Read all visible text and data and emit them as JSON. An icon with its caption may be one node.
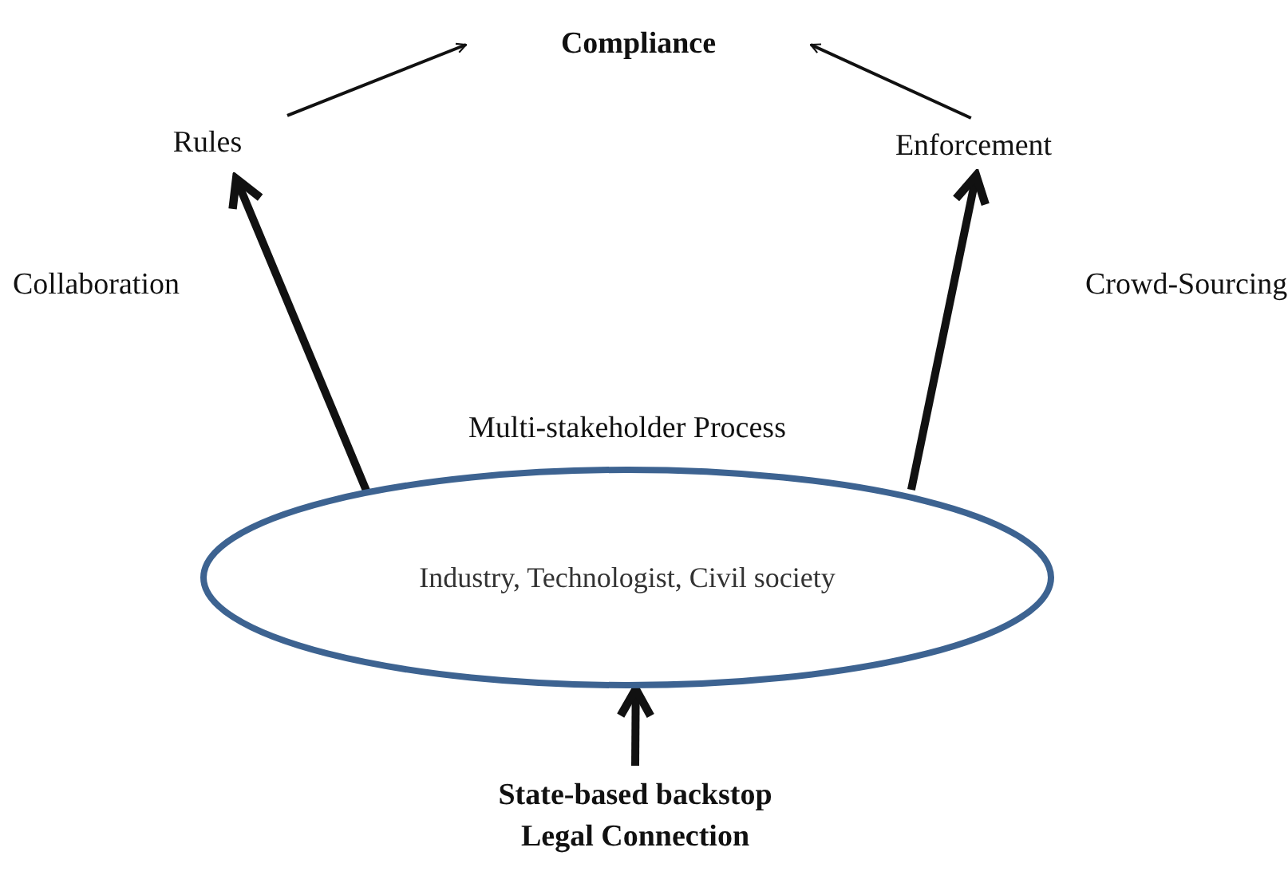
{
  "diagram": {
    "nodes": [
      {
        "text": [
          "Compliance"
        ]
      },
      {
        "text": [
          "Rules"
        ]
      },
      {
        "text": [
          "Enforcement"
        ]
      },
      {
        "text": [
          "Industry, Technologist, Civil society"
        ],
        "beside": [
          "Multi-stakeholder Process"
        ]
      },
      {
        "text": [
          "State-based backstop Legal Connection"
        ]
      }
    ],
    "edges": [
      {
        "from": 1,
        "to": 0,
        "arrow": "to"
      },
      {
        "from": 2,
        "to": 0,
        "arrow": "to"
      },
      {
        "from": 3,
        "to": 1,
        "arrow": "to",
        "label": "Collaboration"
      },
      {
        "from": 3,
        "to": 2,
        "arrow": "to",
        "label": "Crowd-Sourcing"
      },
      {
        "from": 4,
        "to": 3,
        "arrow": "to"
      }
    ]
  }
}
